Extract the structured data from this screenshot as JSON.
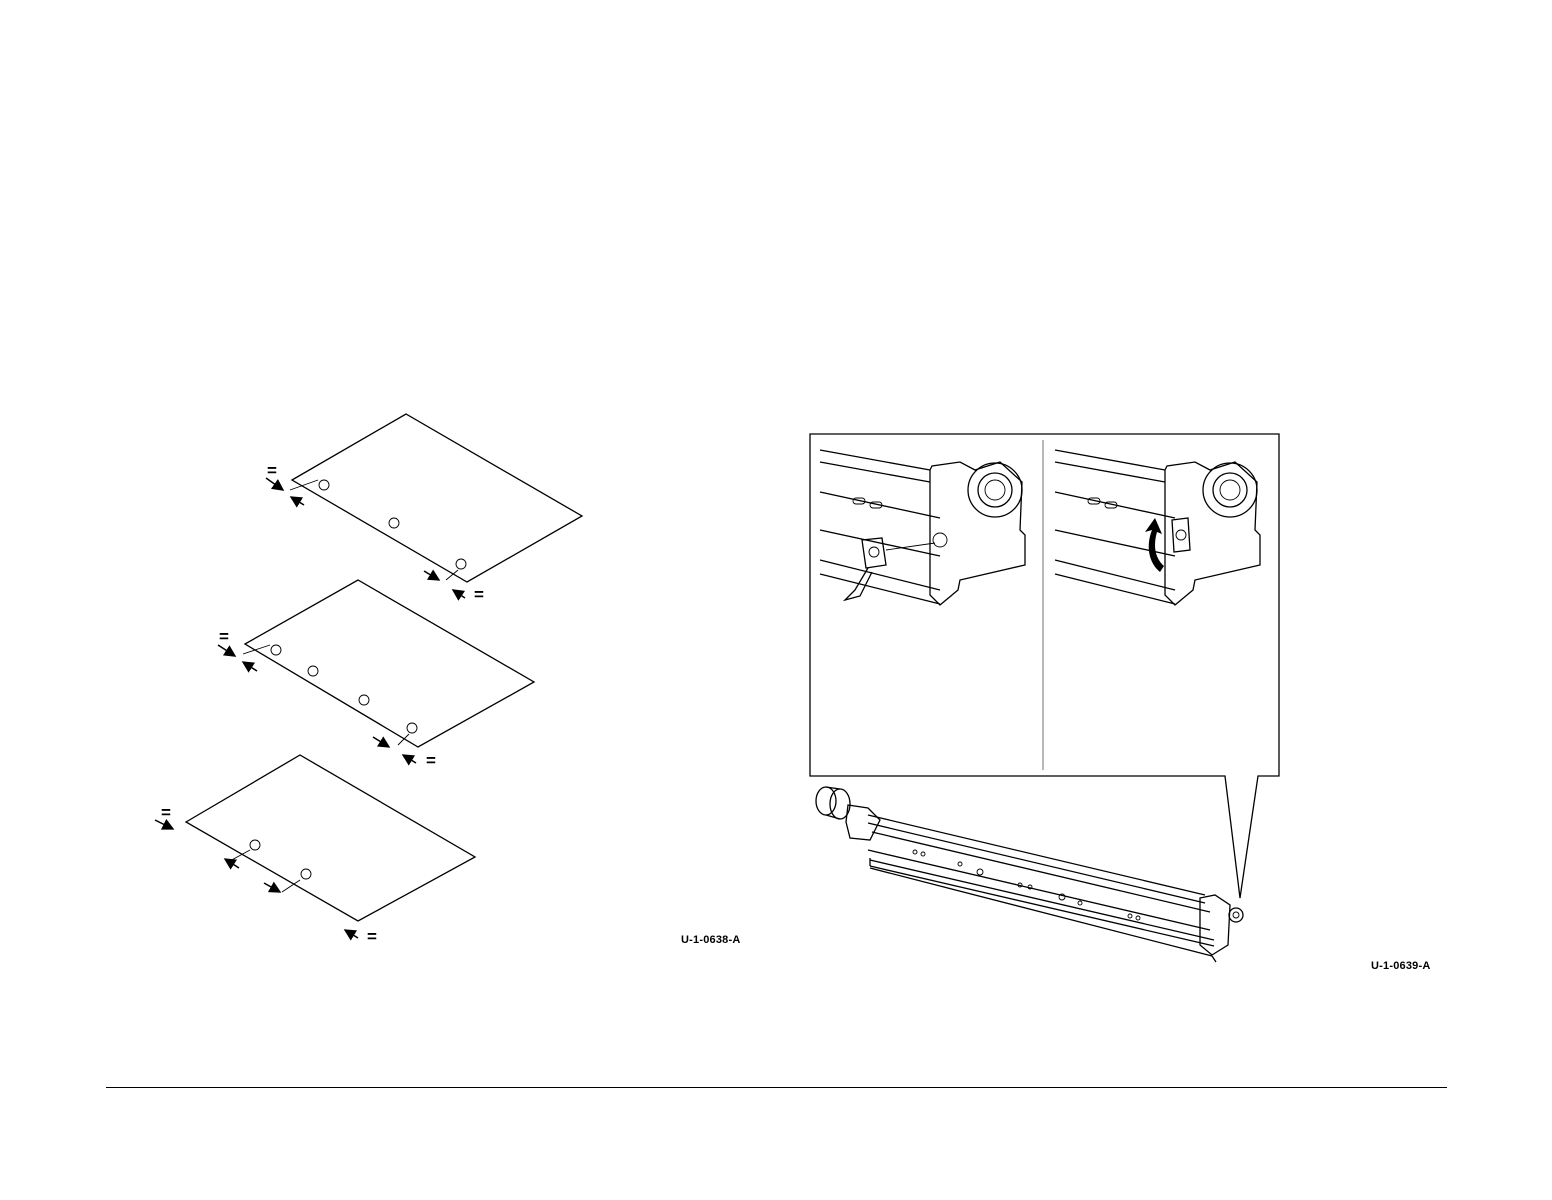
{
  "figures": [
    {
      "id": "U-1-0638-A",
      "label": "U-1-0638-A",
      "marker": "="
    },
    {
      "id": "U-1-0639-A",
      "label": "U-1-0639-A"
    }
  ]
}
